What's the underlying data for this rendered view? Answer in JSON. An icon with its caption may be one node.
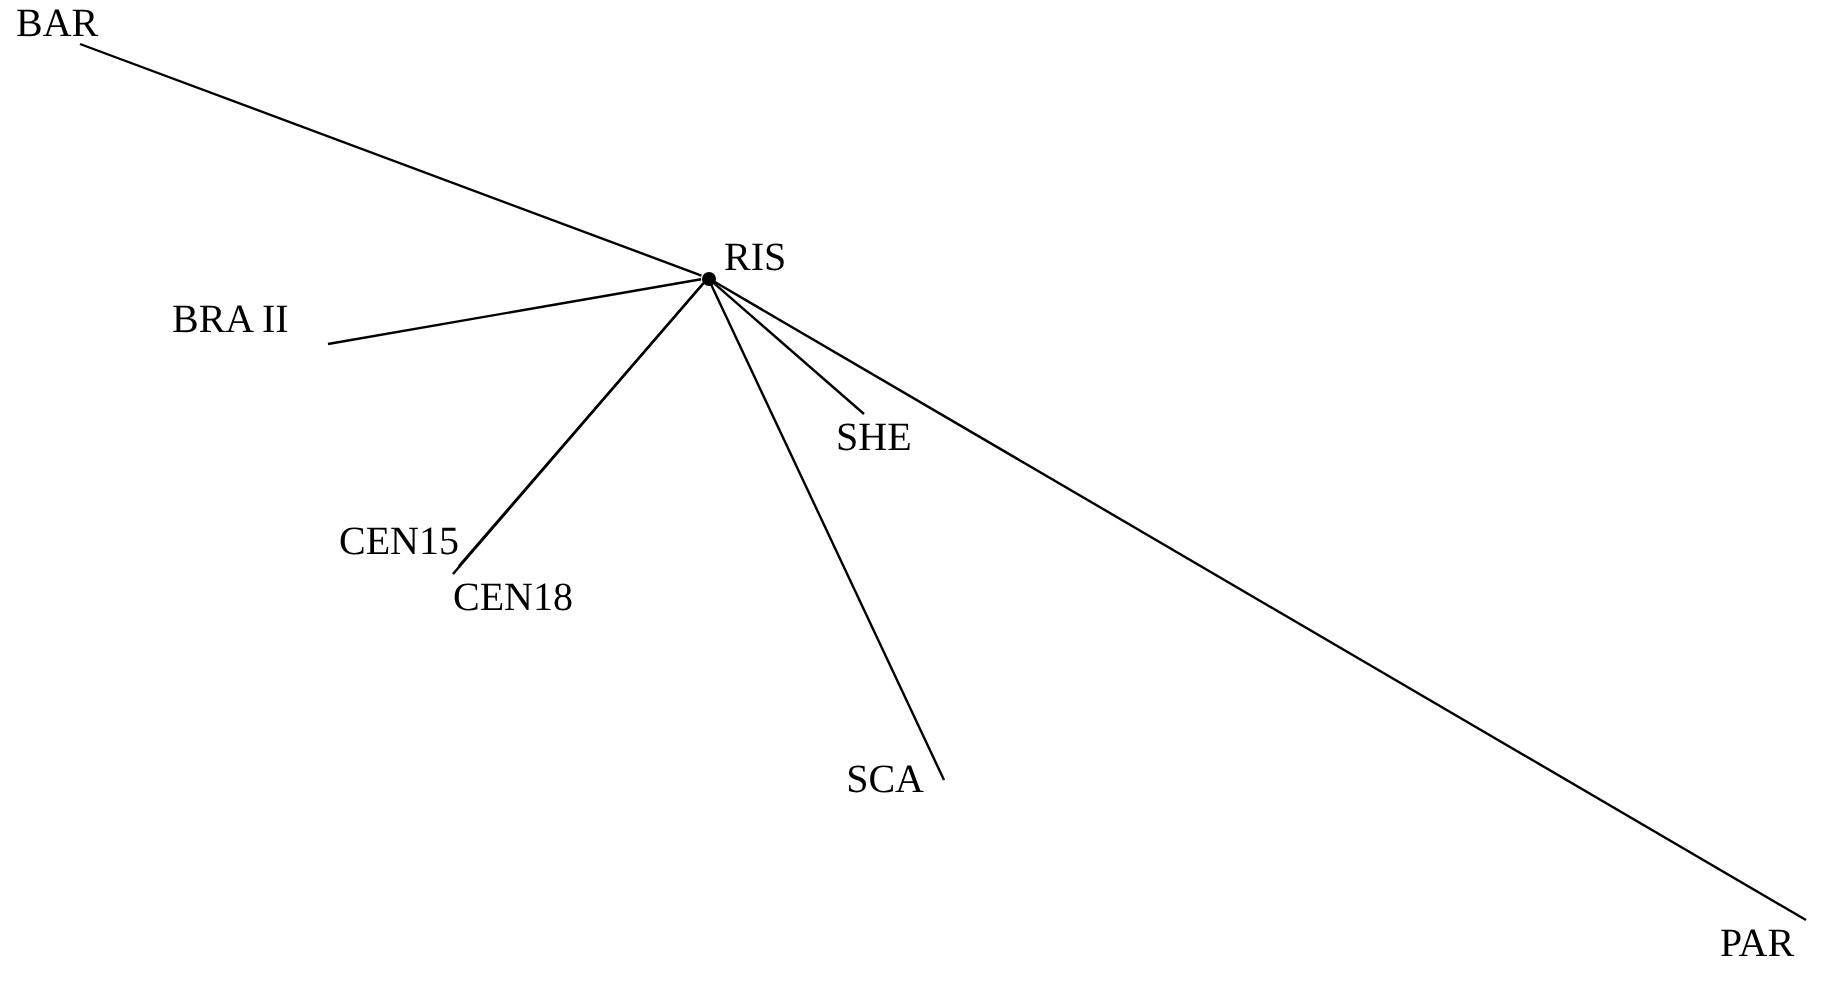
{
  "diagram": {
    "nodes": [
      {
        "text": [
          "BAR"
        ]
      },
      {
        "text": [],
        "shape": "circle",
        "beside": [
          "RIS"
        ]
      },
      {
        "text": [
          "BRA II"
        ]
      },
      {
        "text": [
          "SHE"
        ]
      },
      {
        "text": [
          "CEN15"
        ]
      },
      {
        "text": [
          "CEN18"
        ]
      },
      {
        "text": [
          "SCA"
        ]
      },
      {
        "text": [
          "PAR"
        ]
      }
    ],
    "edges": [
      {
        "from": 1,
        "to": 0,
        "arrow": "none"
      },
      {
        "from": 1,
        "to": 2,
        "arrow": "none"
      },
      {
        "from": 1,
        "to": 3,
        "arrow": "none"
      },
      {
        "from": 1,
        "to": 4,
        "arrow": "none"
      },
      {
        "from": 1,
        "to": 5,
        "arrow": "none"
      },
      {
        "from": 1,
        "to": 6,
        "arrow": "none"
      },
      {
        "from": 1,
        "to": 7,
        "arrow": "none"
      }
    ]
  }
}
